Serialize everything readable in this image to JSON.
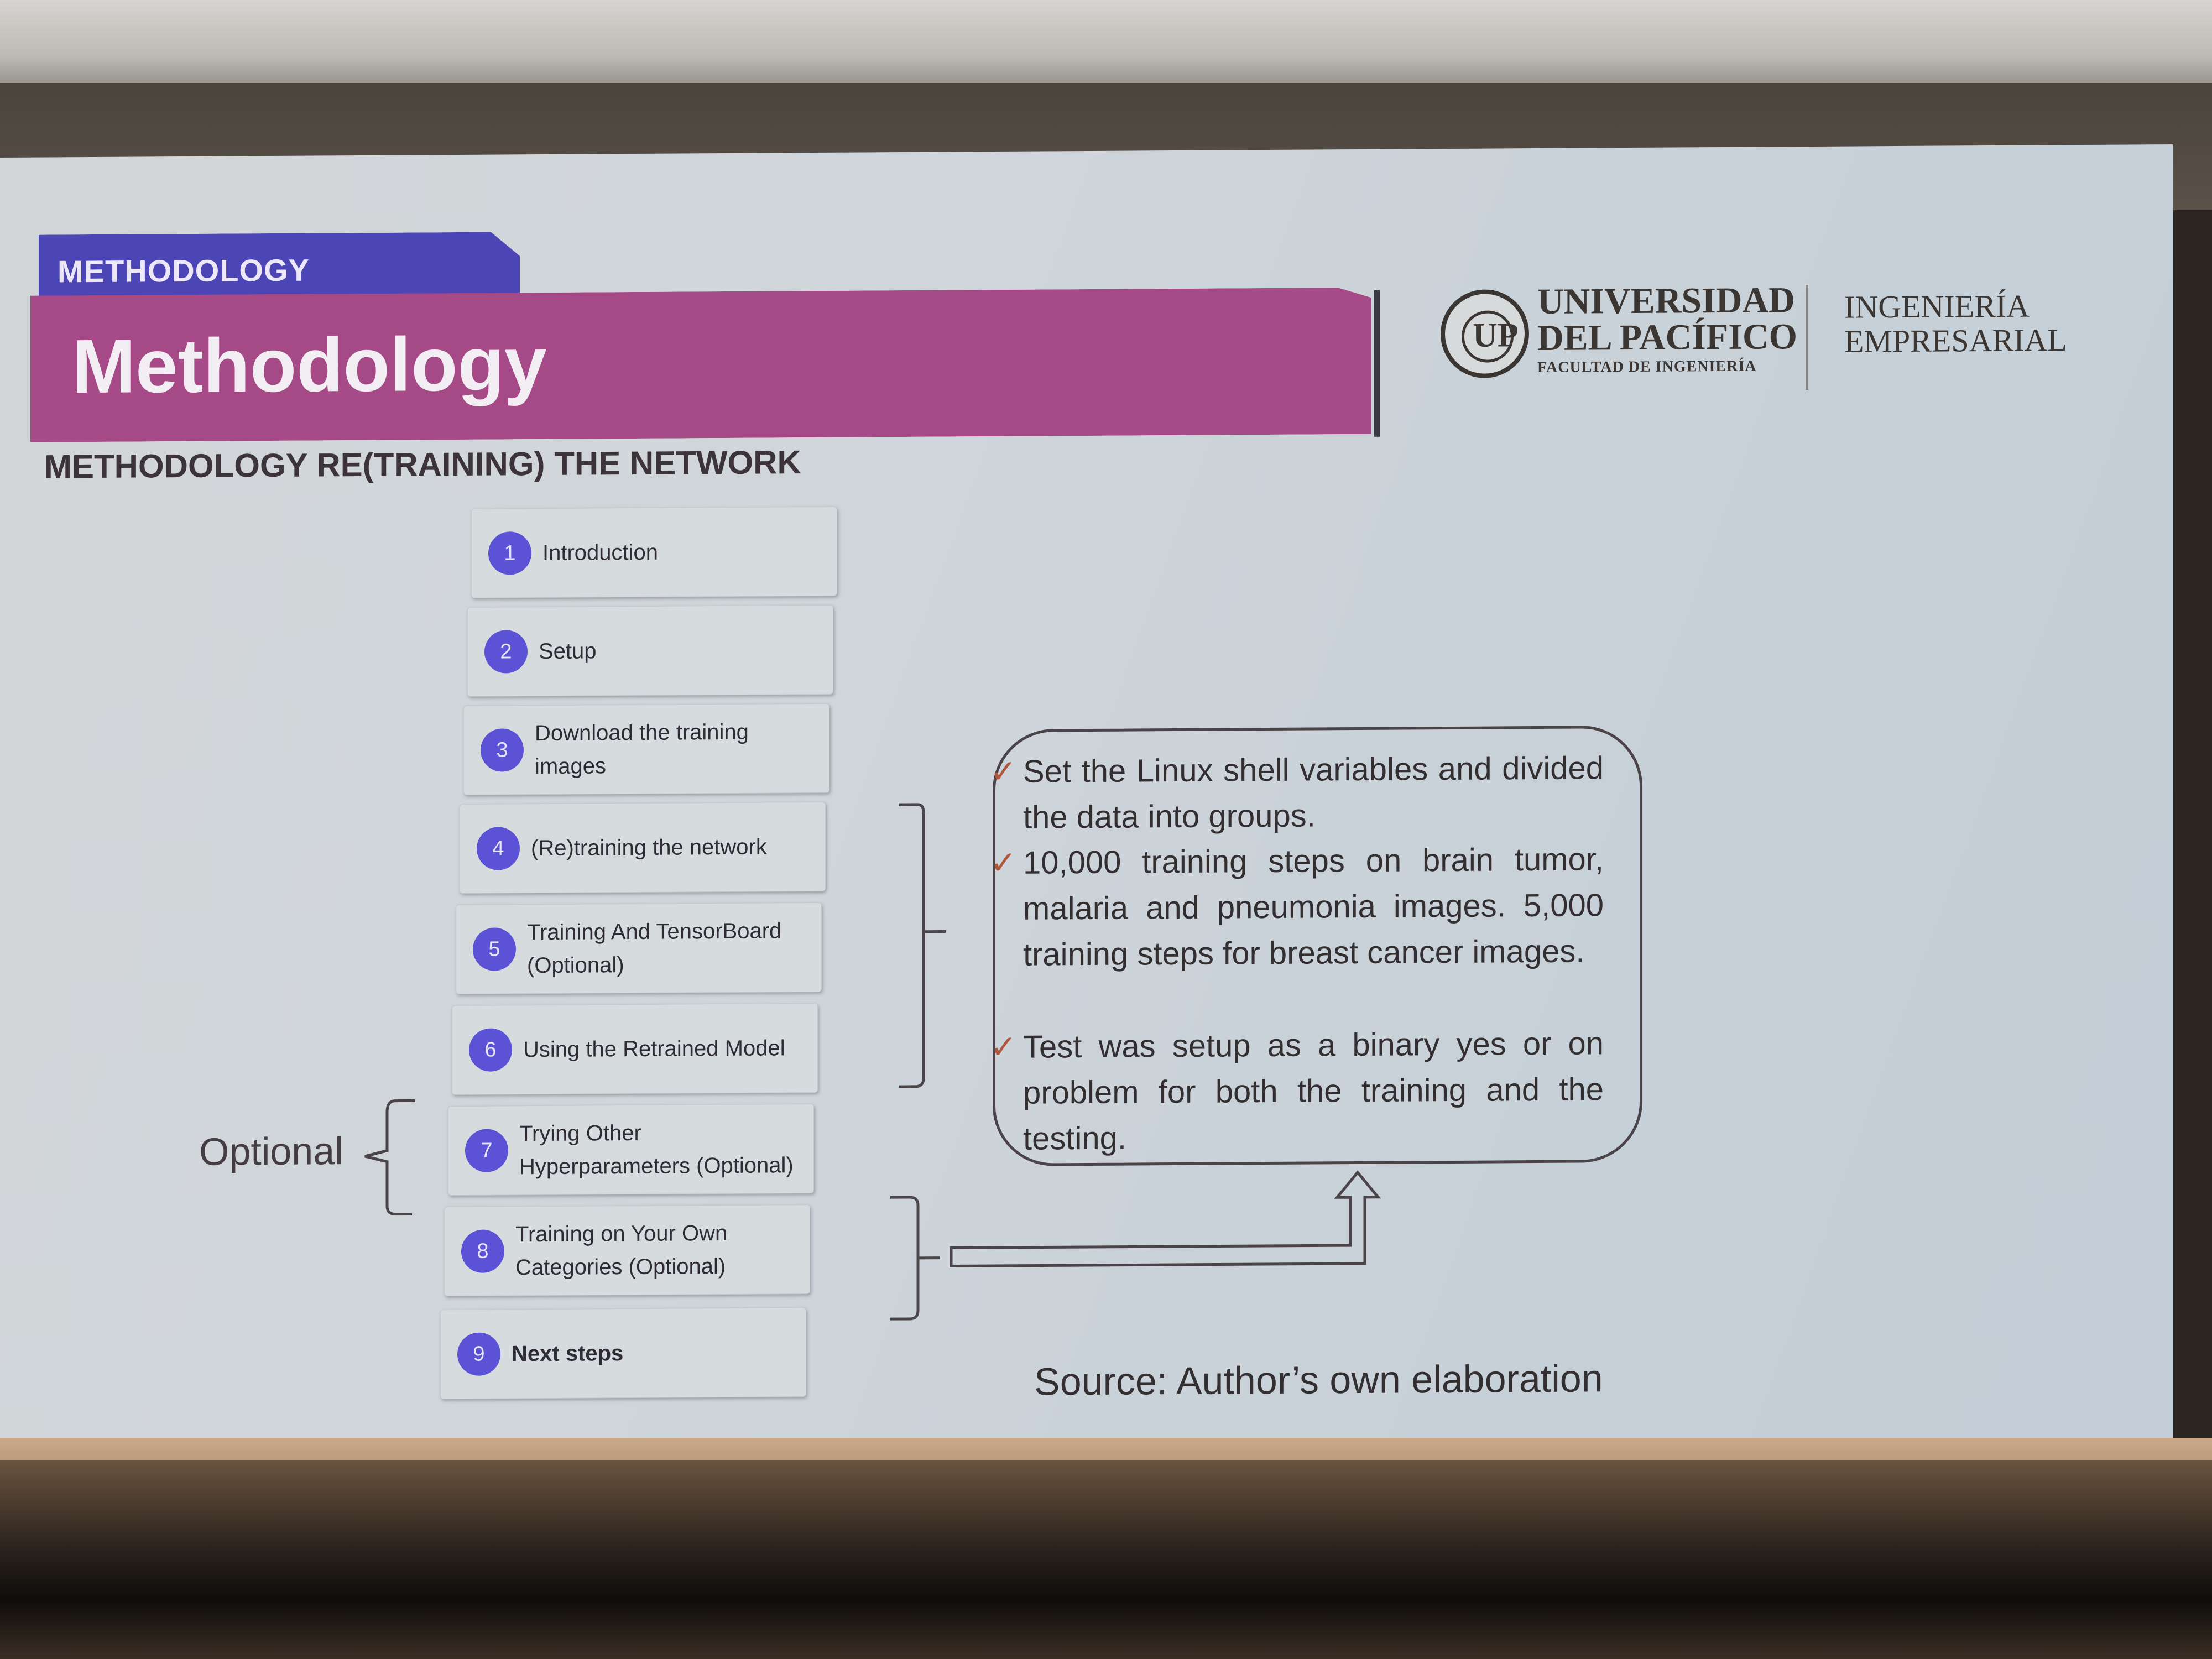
{
  "slide": {
    "section_tag": "METHODOLOGY",
    "title": "Methodology",
    "subtitle": "METHODOLOGY RE(TRAINING) THE NETWORK"
  },
  "logo": {
    "seal_text": "UP",
    "name_line1": "UNIVERSIDAD",
    "name_line2": "DEL PACÍFICO",
    "name_line3": "FACULTAD DE INGENIERÍA",
    "dept_line1": "INGENIERÍA",
    "dept_line2": "EMPRESARIAL"
  },
  "steps": [
    {
      "num": "1",
      "label": "Introduction"
    },
    {
      "num": "2",
      "label": "Setup"
    },
    {
      "num": "3",
      "label": "Download the training images"
    },
    {
      "num": "4",
      "label": "(Re)training the network"
    },
    {
      "num": "5",
      "label": "Training And TensorBoard (Optional)"
    },
    {
      "num": "6",
      "label": "Using the Retrained Model"
    },
    {
      "num": "7",
      "label": "Trying Other Hyperparameters (Optional)"
    },
    {
      "num": "8",
      "label": "Training on Your Own Categories (Optional)"
    },
    {
      "num": "9",
      "label": "Next steps"
    }
  ],
  "optional_label": "Optional",
  "notes": [
    "Set the Linux shell variables and divided the data into groups.",
    "10,000 training steps on brain tumor, malaria and pneumonia images. 5,000 training steps for breast cancer images.",
    "Test was setup as a binary yes or on problem for both the training and the testing."
  ],
  "check_mark": "✓",
  "source": "Source: Author’s own elaboration",
  "colors": {
    "tag": "#4b45b6",
    "banner": "#a54a86",
    "step_number": "#5b52d6",
    "check": "#b0563a"
  }
}
